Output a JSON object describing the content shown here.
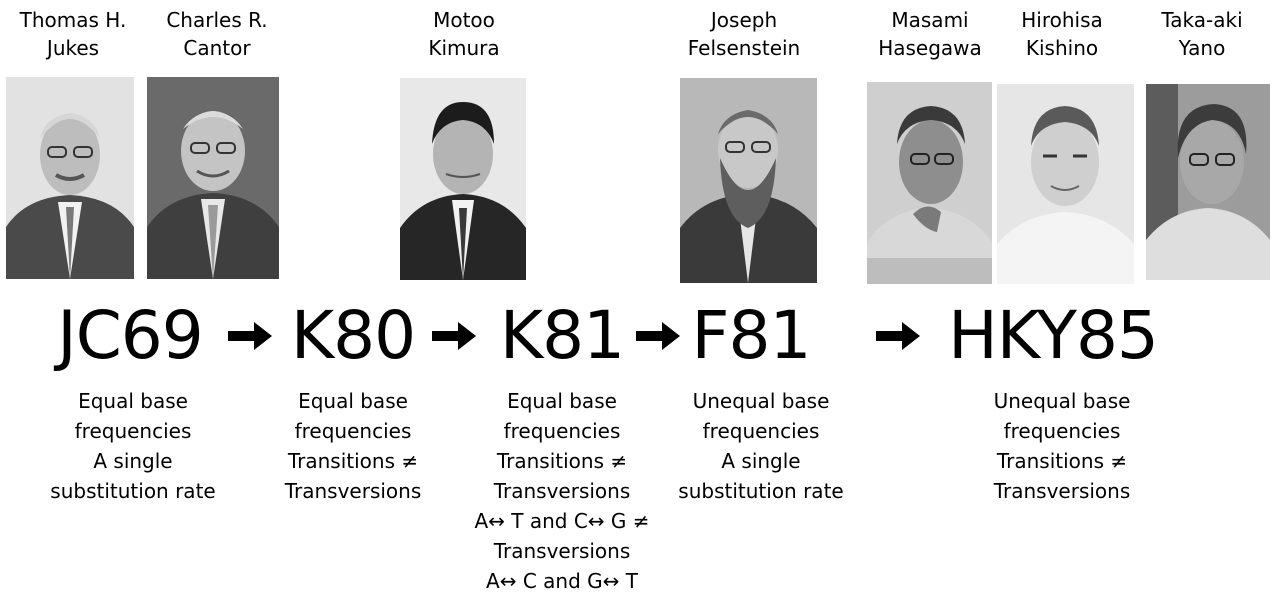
{
  "people": [
    {
      "line1": "Thomas H.",
      "line2": "Jukes"
    },
    {
      "line1": "Charles R.",
      "line2": "Cantor"
    },
    {
      "line1": "Motoo",
      "line2": "Kimura"
    },
    {
      "line1": "Joseph",
      "line2": "Felsenstein"
    },
    {
      "line1": "Masami",
      "line2": "Hasegawa"
    },
    {
      "line1": "Hirohisa",
      "line2": "Kishino"
    },
    {
      "line1": "Taka-aki",
      "line2": "Yano"
    }
  ],
  "models": [
    {
      "code": "JC69",
      "lines": [
        "Equal base",
        "frequencies",
        "A single",
        "substitution rate"
      ]
    },
    {
      "code": "K80",
      "lines": [
        "Equal base",
        "frequencies",
        "Transitions ≠",
        "Transversions"
      ]
    },
    {
      "code": "K81",
      "lines": [
        "Equal base",
        "frequencies",
        "Transitions ≠",
        "Transversions",
        "A↔ T and C↔ G  ≠",
        "Transversions",
        "A↔ C and G↔ T"
      ]
    },
    {
      "code": "F81",
      "lines": [
        "Unequal base",
        "frequencies",
        "A single",
        "substitution rate"
      ]
    },
    {
      "code": "HKY85",
      "lines": [
        "Unequal base",
        "frequencies",
        "Transitions ≠",
        "Transversions"
      ]
    }
  ]
}
